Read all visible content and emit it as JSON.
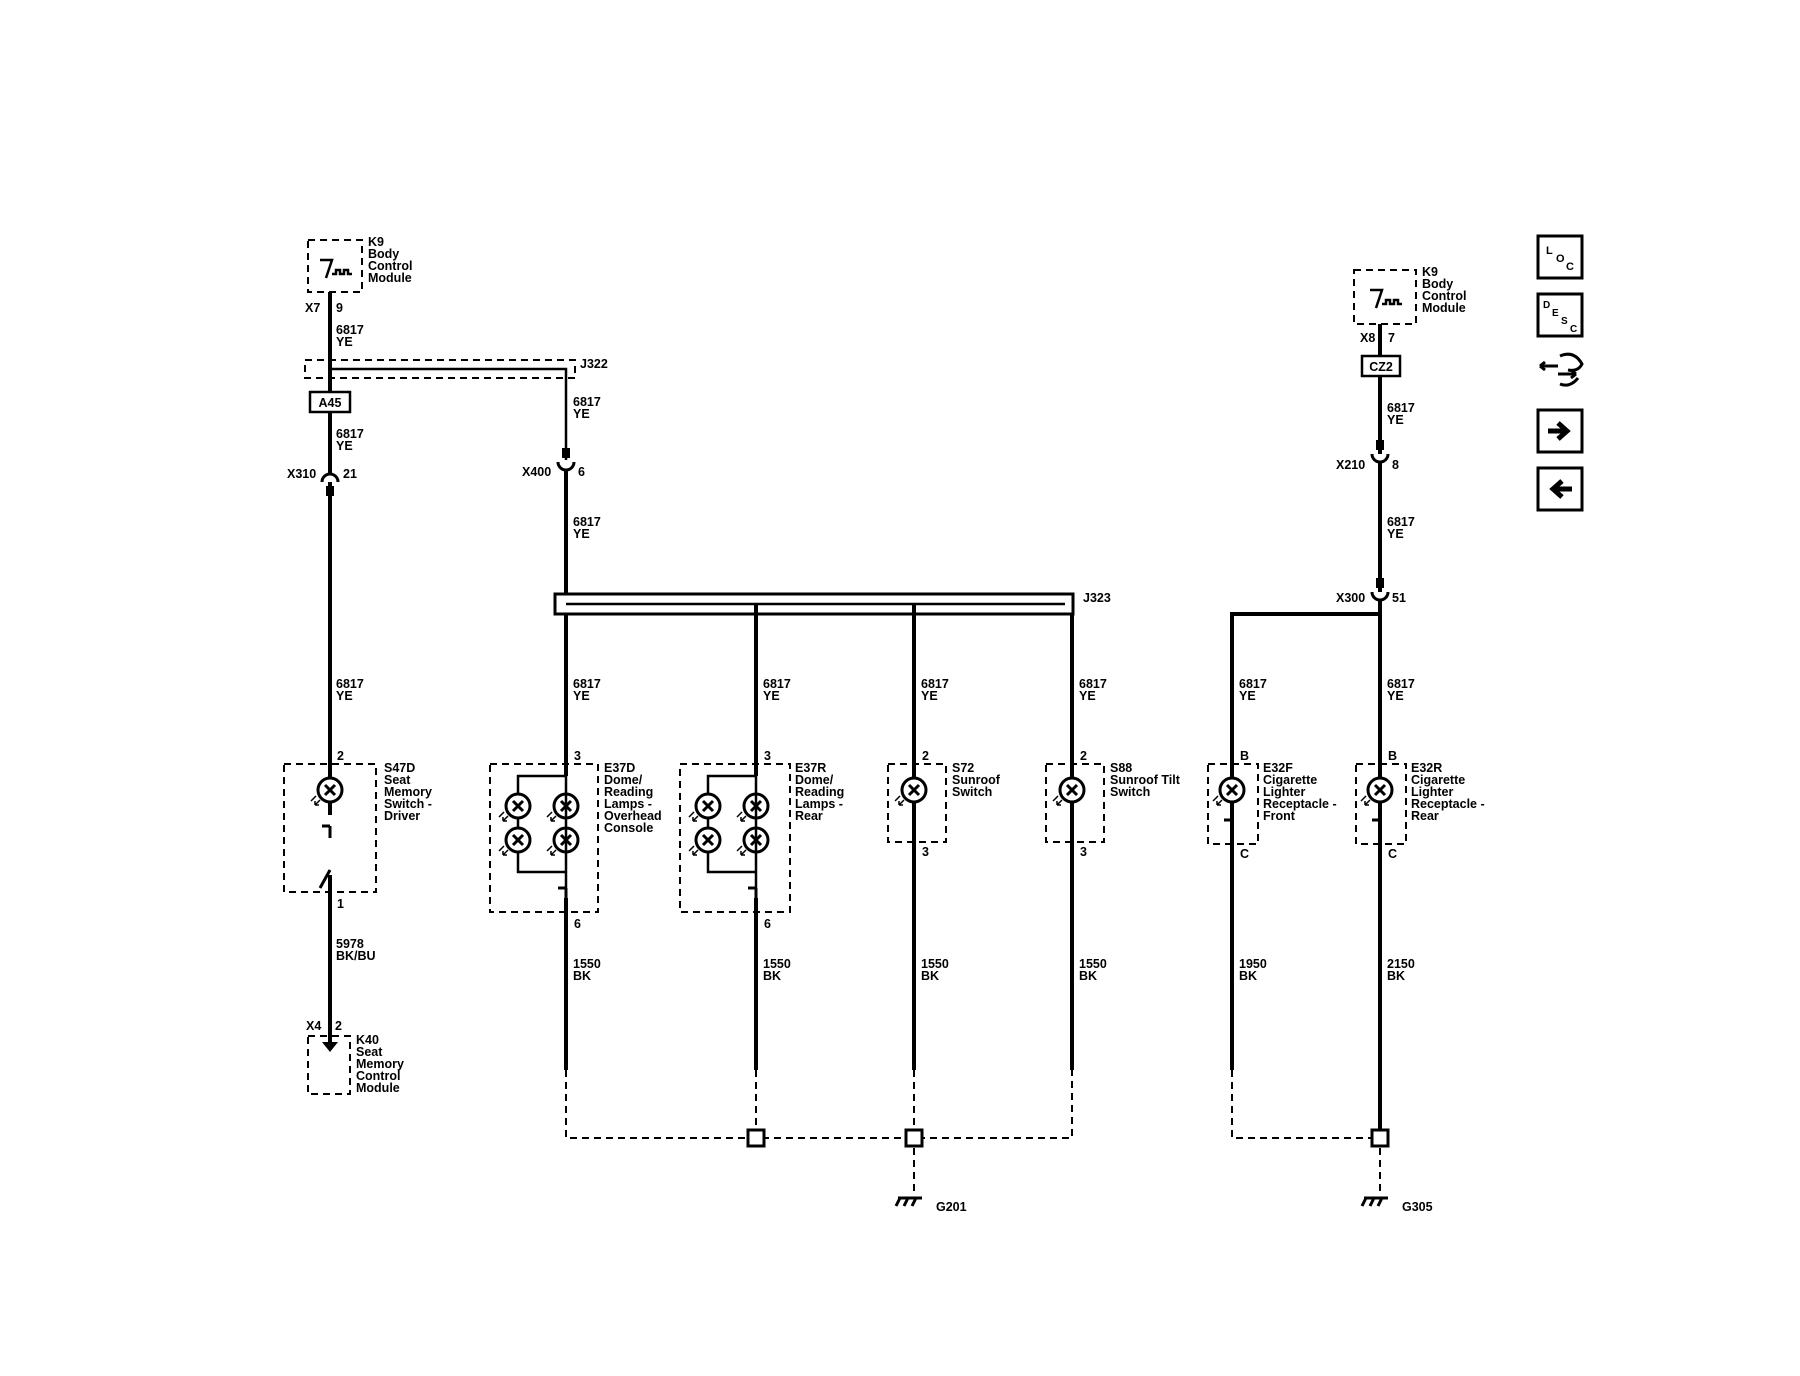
{
  "colors": {
    "wire": "#000000",
    "background": "#ffffff"
  },
  "modules": {
    "k9_left": {
      "id": "K9",
      "name": [
        "Body",
        "Control",
        "Module"
      ],
      "connector": "X7",
      "pin": "9"
    },
    "k9_right": {
      "id": "K9",
      "name": [
        "Body",
        "Control",
        "Module"
      ],
      "connector": "X8",
      "pin": "7"
    },
    "k40": {
      "id": "K40",
      "name": [
        "Seat",
        "Memory",
        "Control",
        "Module"
      ],
      "connector": "X4",
      "pin": "2"
    }
  },
  "splices": {
    "j322": "J322",
    "j323": "J323"
  },
  "inline_connectors": {
    "a45": "A45",
    "cz2": "CZ2",
    "x310": {
      "name": "X310",
      "pin": "21"
    },
    "x400": {
      "name": "X400",
      "pin": "6"
    },
    "x210": {
      "name": "X210",
      "pin": "8"
    },
    "x300": {
      "name": "X300",
      "pin": "51"
    }
  },
  "wire_6817": {
    "circuit": "6817",
    "color": "YE"
  },
  "wires": {
    "w5978": {
      "circuit": "5978",
      "color": "BK/BU"
    },
    "w1550": {
      "circuit": "1550",
      "color": "BK"
    },
    "w1950": {
      "circuit": "1950",
      "color": "BK"
    },
    "w2150": {
      "circuit": "2150",
      "color": "BK"
    }
  },
  "components": {
    "s47d": {
      "id": "S47D",
      "name": [
        "Seat",
        "Memory",
        "Switch -",
        "Driver"
      ],
      "pin_top": "2",
      "pin_bottom": "1"
    },
    "e37d": {
      "id": "E37D",
      "name": [
        "Dome/",
        "Reading",
        "Lamps -",
        "Overhead",
        "Console"
      ],
      "pin_top": "3",
      "pin_bottom": "6"
    },
    "e37r": {
      "id": "E37R",
      "name": [
        "Dome/",
        "Reading",
        "Lamps -",
        "Rear"
      ],
      "pin_top": "3",
      "pin_bottom": "6"
    },
    "s72": {
      "id": "S72",
      "name": [
        "Sunroof",
        "Switch"
      ],
      "pin_top": "2",
      "pin_bottom": "3"
    },
    "s88": {
      "id": "S88",
      "name": [
        "Sunroof Tilt",
        "Switch"
      ],
      "pin_top": "2",
      "pin_bottom": "3"
    },
    "e32f": {
      "id": "E32F",
      "name": [
        "Cigarette",
        "Lighter",
        "Receptacle -",
        "Front"
      ],
      "pin_top": "B",
      "pin_bottom": "C"
    },
    "e32r": {
      "id": "E32R",
      "name": [
        "Cigarette",
        "Lighter",
        "Receptacle -",
        "Rear"
      ],
      "pin_top": "B",
      "pin_bottom": "C"
    }
  },
  "grounds": {
    "g201": "G201",
    "g305": "G305"
  },
  "nav_icons": [
    {
      "name": "loc-icon",
      "letters": [
        "L",
        "O",
        "C"
      ]
    },
    {
      "name": "desc-icon",
      "letters": [
        "D",
        "E",
        "S",
        "C"
      ]
    },
    {
      "name": "connector-view-icon"
    },
    {
      "name": "arrow-right-icon"
    },
    {
      "name": "arrow-left-icon"
    }
  ]
}
